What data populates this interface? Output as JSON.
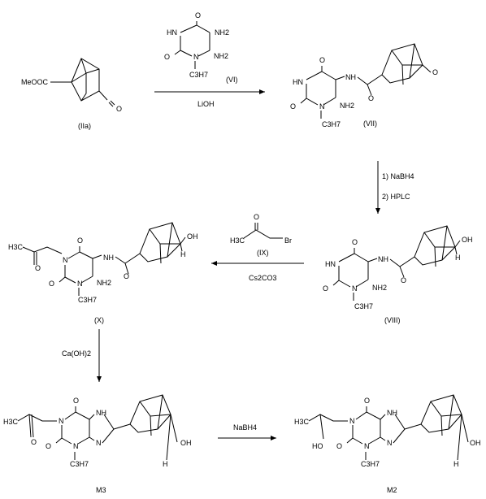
{
  "compounds": {
    "IIa": {
      "label": "(IIa)",
      "ester": "MeOOC",
      "ketone_o": "O"
    },
    "VI": {
      "label": "(VI)",
      "atoms": {
        "o1": "O",
        "nh": "HN",
        "nh2a": "NH2",
        "o2": "O",
        "n": "N",
        "nh2b": "NH2",
        "propyl": "C3H7"
      }
    },
    "VII": {
      "label": "(VII)",
      "atoms": {
        "o1": "O",
        "nh": "HN",
        "amide_nh": "NH",
        "o2": "O",
        "n": "N",
        "nh2": "NH2",
        "amide_o": "O",
        "ketone_o": "O",
        "propyl": "C3H7"
      }
    },
    "VIII": {
      "label": "(VIII)",
      "atoms": {
        "o1": "O",
        "nh": "HN",
        "amide_nh": "NH",
        "o2": "O",
        "n": "N",
        "nh2": "NH2",
        "amide_o": "O",
        "oh": "OH",
        "h": "H",
        "propyl": "C3H7"
      }
    },
    "IX": {
      "label": "(IX)",
      "atoms": {
        "o": "O",
        "ch3": "H3C",
        "br": "Br"
      }
    },
    "X": {
      "label": "(X)",
      "atoms": {
        "ch3": "H3C",
        "o_ket": "O",
        "o1": "O",
        "n1": "N",
        "amide_nh": "NH",
        "o2": "O",
        "n3": "N",
        "nh2": "NH2",
        "amide_o": "O",
        "oh": "OH",
        "h": "H",
        "propyl": "C3H7"
      }
    },
    "M3": {
      "label": "M3",
      "atoms": {
        "ch3": "H3C",
        "o_ket": "O",
        "o1": "O",
        "n1": "N",
        "nh": "NH",
        "o2": "O",
        "n3": "N",
        "n9": "N",
        "oh": "OH",
        "h": "H",
        "propyl": "C3H7"
      }
    },
    "M2": {
      "label": "M2",
      "atoms": {
        "ch3": "H3C",
        "oh_side": "HO",
        "o1": "O",
        "n1": "N",
        "nh": "NH",
        "o2": "O",
        "n3": "N",
        "n9": "N",
        "oh": "OH",
        "h": "H",
        "propyl": "C3H7"
      }
    }
  },
  "reagents": {
    "step1": "LiOH",
    "step2_a": "1) NaBH4",
    "step2_b": "2) HPLC",
    "step3": "Cs2CO3",
    "step4": "Ca(OH)2",
    "step5": "NaBH4"
  },
  "colors": {
    "ink": "#000000",
    "background": "#ffffff"
  }
}
